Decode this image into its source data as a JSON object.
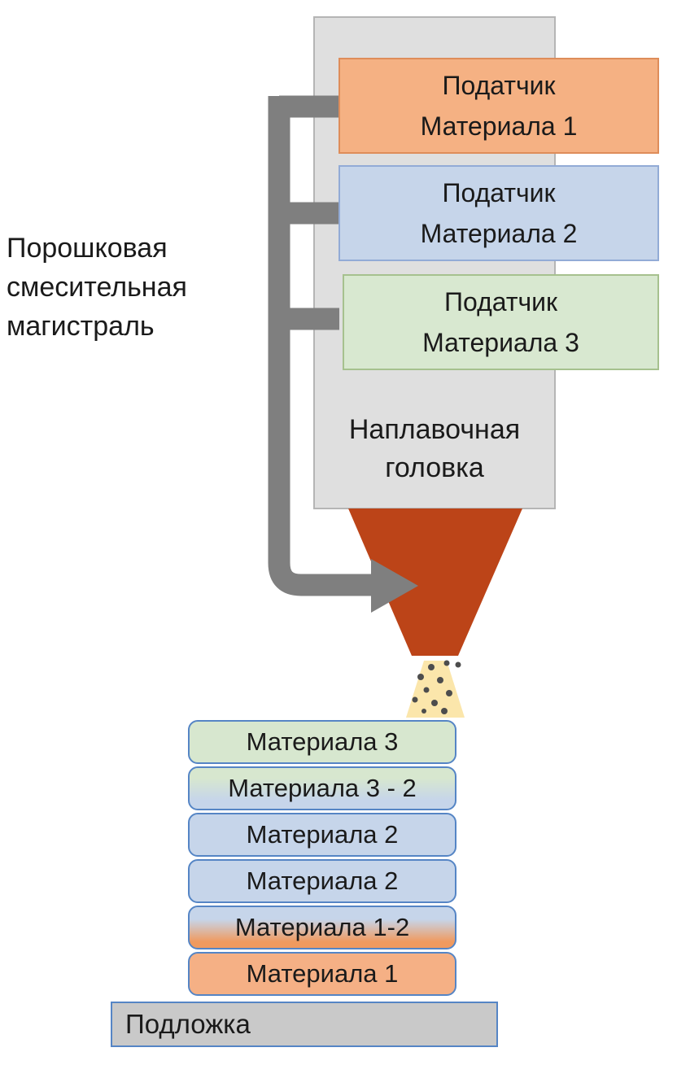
{
  "left_label": {
    "lines": [
      "Порошковая",
      "смесительная",
      "магистраль"
    ]
  },
  "feeders": [
    {
      "line1": "Податчик",
      "line2": "Материала 1",
      "variant": "orange",
      "fill": "#f5b183"
    },
    {
      "line1": "Податчик",
      "line2": "Материала 2",
      "variant": "blue",
      "fill": "#c6d5ea"
    },
    {
      "line1": "Податчик",
      "line2": "Материала 3",
      "variant": "green",
      "fill": "#d8e8d0"
    }
  ],
  "head": {
    "lines": [
      "Наплавочная",
      "головка"
    ],
    "fill": "#dfdfdf"
  },
  "pipe": {
    "color": "#7f7f7f"
  },
  "nozzle": {
    "fill": "#bc4418"
  },
  "spray": {
    "fill": "#fbe5a6",
    "particle_color": "#4d4d4d"
  },
  "layers": [
    {
      "label": "Материала 3",
      "variant": "green"
    },
    {
      "label": "Материала 3 - 2",
      "variant": "green-blue"
    },
    {
      "label": "Материала 2",
      "variant": "blue"
    },
    {
      "label": "Материала 2",
      "variant": "blue"
    },
    {
      "label": "Материала 1-2",
      "variant": "blue-orange"
    },
    {
      "label": "Материала 1",
      "variant": "orange"
    }
  ],
  "substrate": {
    "label": "Подложка",
    "fill": "#c9c9c9"
  }
}
